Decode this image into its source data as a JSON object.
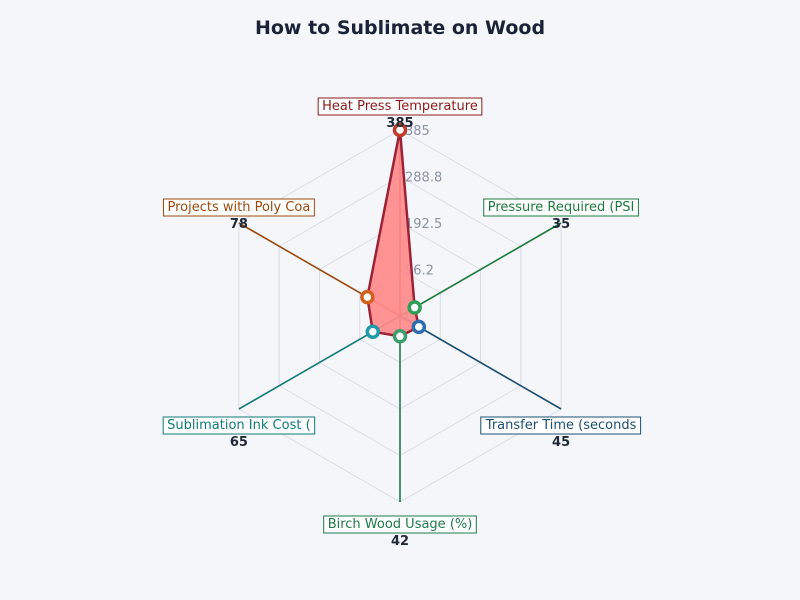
{
  "chart_data": {
    "type": "radar",
    "title": "How to Sublimate on Wood",
    "axis_max": 385,
    "ticks": [
      "96.2",
      "192.5",
      "288.8",
      "385"
    ],
    "grid": true,
    "axes": [
      {
        "label": "Heat Press Temperature",
        "value": 385,
        "value_label": "385",
        "color": "#8b1a1a",
        "marker_color": "#c0392b"
      },
      {
        "label": "Pressure Required (PSI",
        "value": 35,
        "value_label": "35",
        "color": "#1e7b3c",
        "marker_color": "#2e9e55"
      },
      {
        "label": "Transfer Time (seconds",
        "value": 45,
        "value_label": "45",
        "color": "#1b4f72",
        "marker_color": "#2e6cb0"
      },
      {
        "label": "Birch Wood Usage (%)",
        "value": 42,
        "value_label": "42",
        "color": "#1e7b4a",
        "marker_color": "#3a9d6a"
      },
      {
        "label": "Sublimation Ink Cost (",
        "value": 65,
        "value_label": "65",
        "color": "#117a7a",
        "marker_color": "#1f9aa8"
      },
      {
        "label": "Projects with Poly Coa",
        "value": 78,
        "value_label": "78",
        "color": "#9a4a0e",
        "marker_color": "#d35f1a"
      }
    ],
    "fill_color": "#ff8a8a",
    "stroke_color": "#9b2335"
  }
}
